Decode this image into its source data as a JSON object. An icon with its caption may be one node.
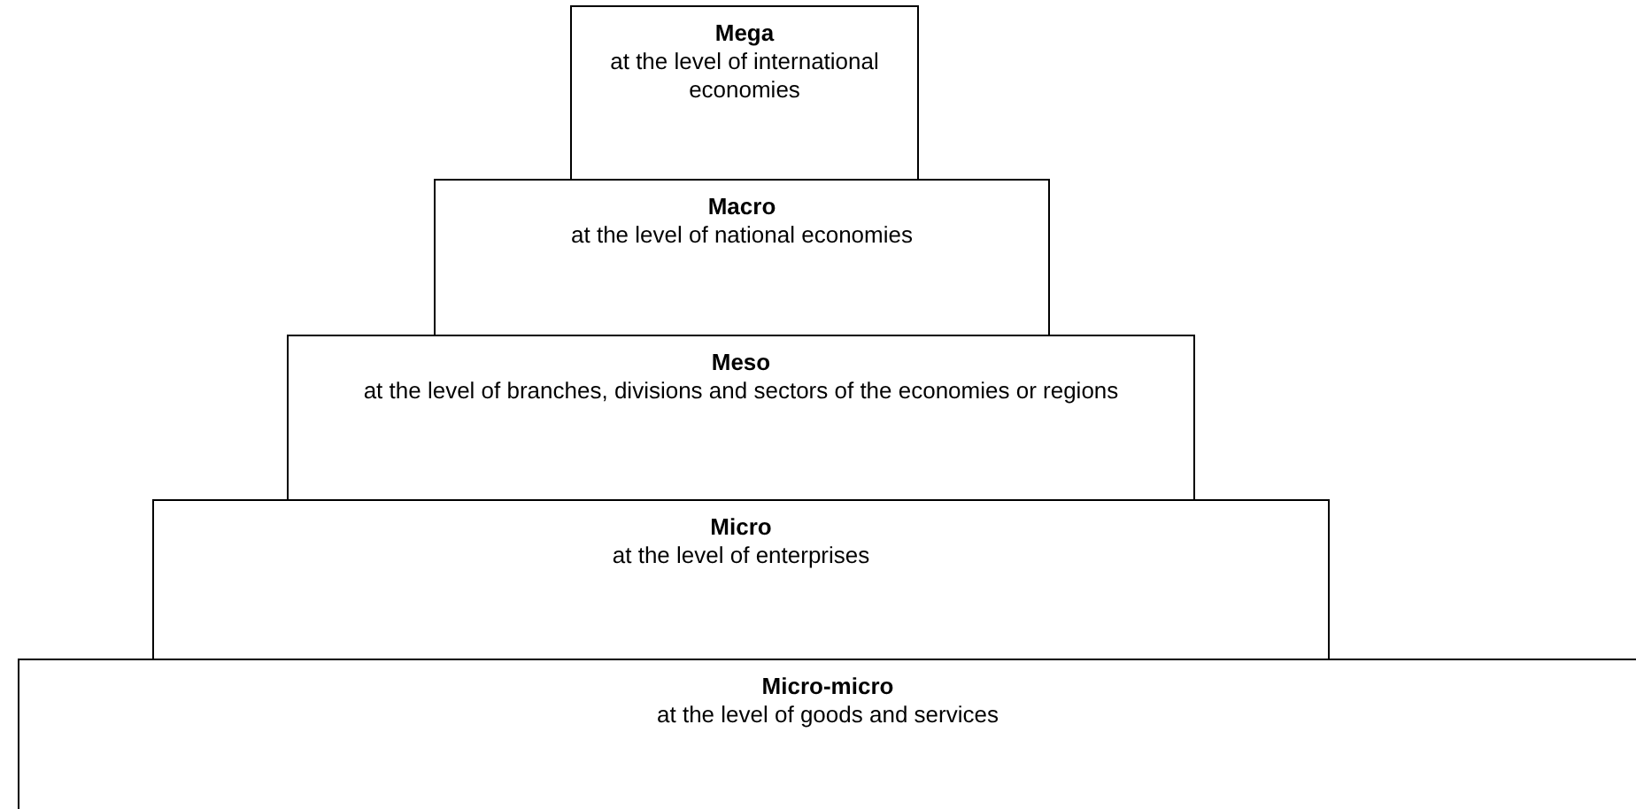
{
  "diagram": {
    "nodes": [
      {
        "text": [
          "Mega",
          "at the level of international economies"
        ]
      },
      {
        "text": [
          "Macro",
          "at the level of national economies"
        ]
      },
      {
        "text": [
          "Meso",
          "at the level of branches, divisions and sectors of the economies or regions"
        ]
      },
      {
        "text": [
          "Micro",
          "at the level of enterprises"
        ]
      },
      {
        "text": [
          "Micro-micro",
          "at the level of goods and services"
        ]
      }
    ]
  }
}
